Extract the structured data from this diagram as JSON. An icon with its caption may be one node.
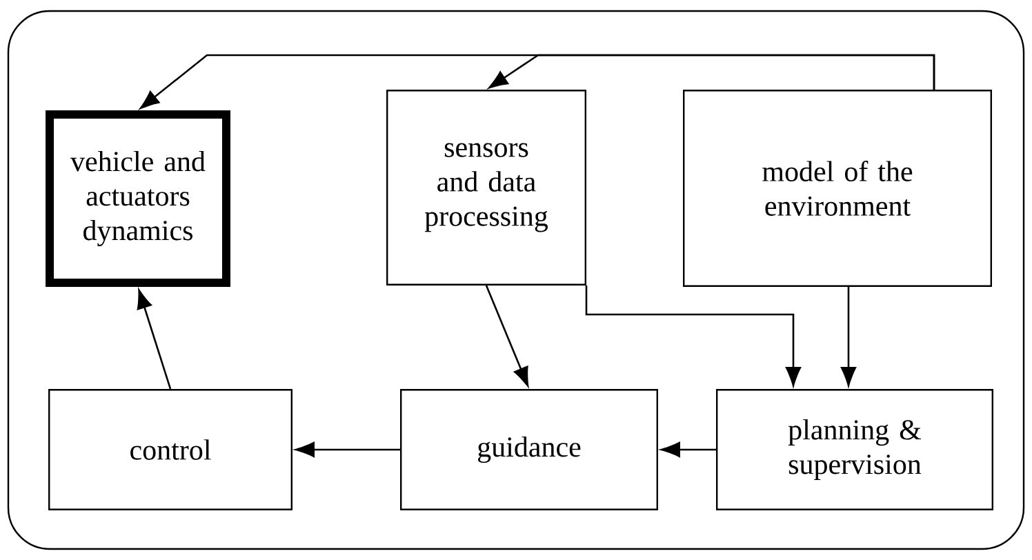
{
  "diagram": {
    "nodes": [
      {
        "text": [
          "vehicle and actuators dynamics"
        ]
      },
      {
        "text": [
          "sensors and data processing"
        ]
      },
      {
        "text": [
          "model of the environment"
        ]
      },
      {
        "text": [
          "control"
        ]
      },
      {
        "text": [
          "guidance"
        ]
      },
      {
        "text": [
          "planning & supervision"
        ]
      }
    ],
    "edges": [
      {
        "from": 2,
        "to": 0,
        "arrow": "to"
      },
      {
        "from": 2,
        "to": 1,
        "arrow": "to"
      },
      {
        "from": 1,
        "to": 4,
        "arrow": "to"
      },
      {
        "from": 1,
        "to": 5,
        "arrow": "to"
      },
      {
        "from": 2,
        "to": 5,
        "arrow": "to"
      },
      {
        "from": 5,
        "to": 4,
        "arrow": "to"
      },
      {
        "from": 4,
        "to": 3,
        "arrow": "to"
      },
      {
        "from": 3,
        "to": 0,
        "arrow": "to"
      }
    ]
  }
}
